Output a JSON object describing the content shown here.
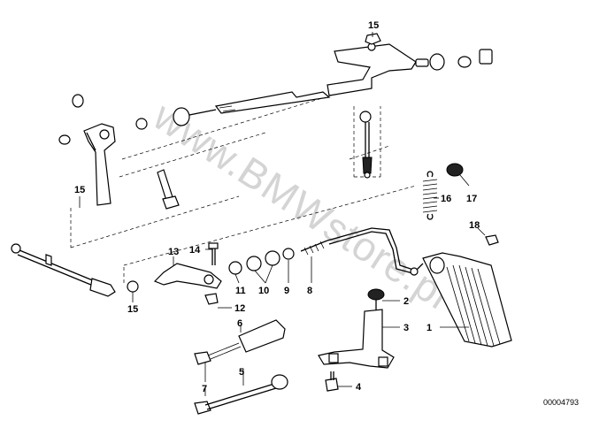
{
  "diagram": {
    "watermark": "www.BMWstore.pl",
    "reference_number": "00004793",
    "callouts": [
      {
        "id": "c1",
        "label": "1"
      },
      {
        "id": "c2",
        "label": "2"
      },
      {
        "id": "c3",
        "label": "3"
      },
      {
        "id": "c4",
        "label": "4"
      },
      {
        "id": "c5",
        "label": "5"
      },
      {
        "id": "c6",
        "label": "6"
      },
      {
        "id": "c7",
        "label": "7"
      },
      {
        "id": "c8",
        "label": "8"
      },
      {
        "id": "c9",
        "label": "9"
      },
      {
        "id": "c10",
        "label": "10"
      },
      {
        "id": "c11",
        "label": "11"
      },
      {
        "id": "c12",
        "label": "12"
      },
      {
        "id": "c13",
        "label": "13"
      },
      {
        "id": "c14",
        "label": "14"
      },
      {
        "id": "c15a",
        "label": "15"
      },
      {
        "id": "c15b",
        "label": "15"
      },
      {
        "id": "c15c",
        "label": "15"
      },
      {
        "id": "c16",
        "label": "16"
      },
      {
        "id": "c17",
        "label": "17"
      },
      {
        "id": "c18",
        "label": "18"
      }
    ]
  }
}
